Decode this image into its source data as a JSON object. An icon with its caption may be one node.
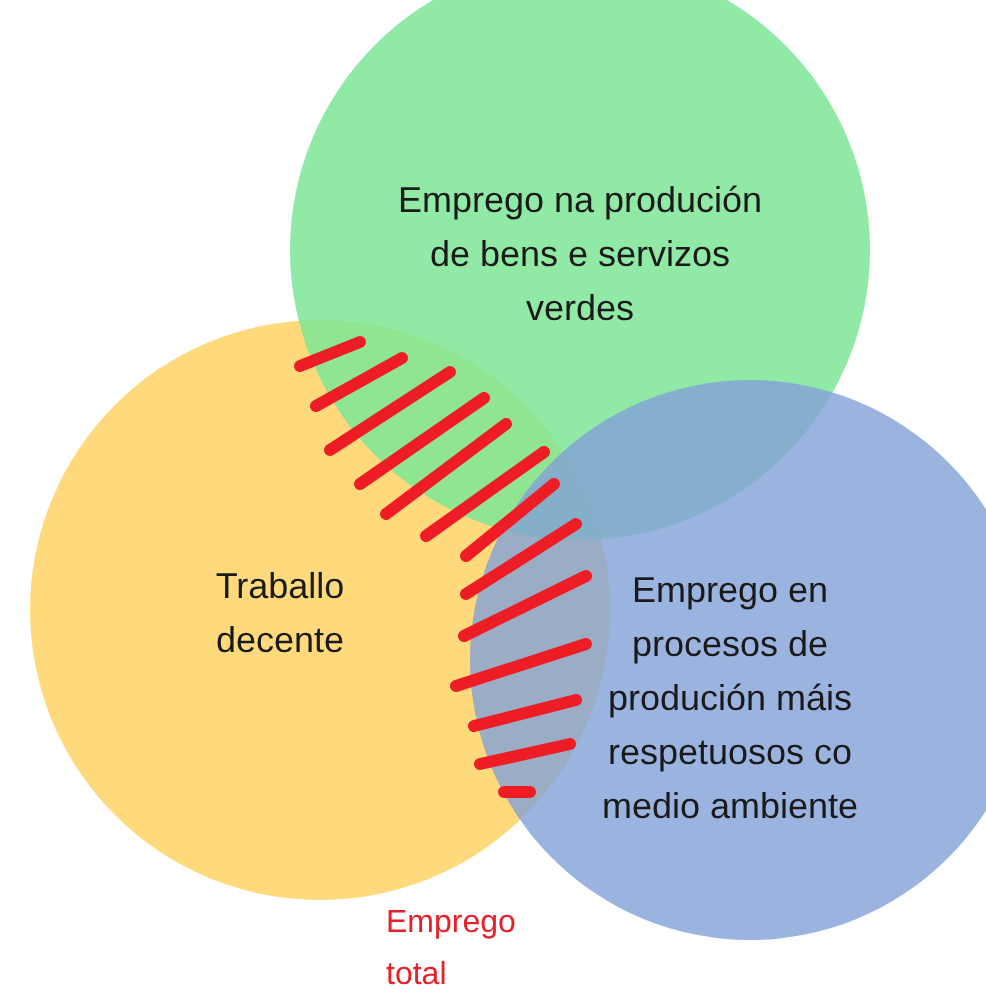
{
  "diagram": {
    "nodes": [
      {
        "text": [
          "Emprego na produción de bens e servizos verdes"
        ]
      },
      {
        "text": [
          "Traballo decente"
        ]
      },
      {
        "text": [
          "Emprego en procesos de produción máis respetuosos co medio ambiente"
        ]
      }
    ],
    "labels": [
      "Emprego total"
    ]
  }
}
